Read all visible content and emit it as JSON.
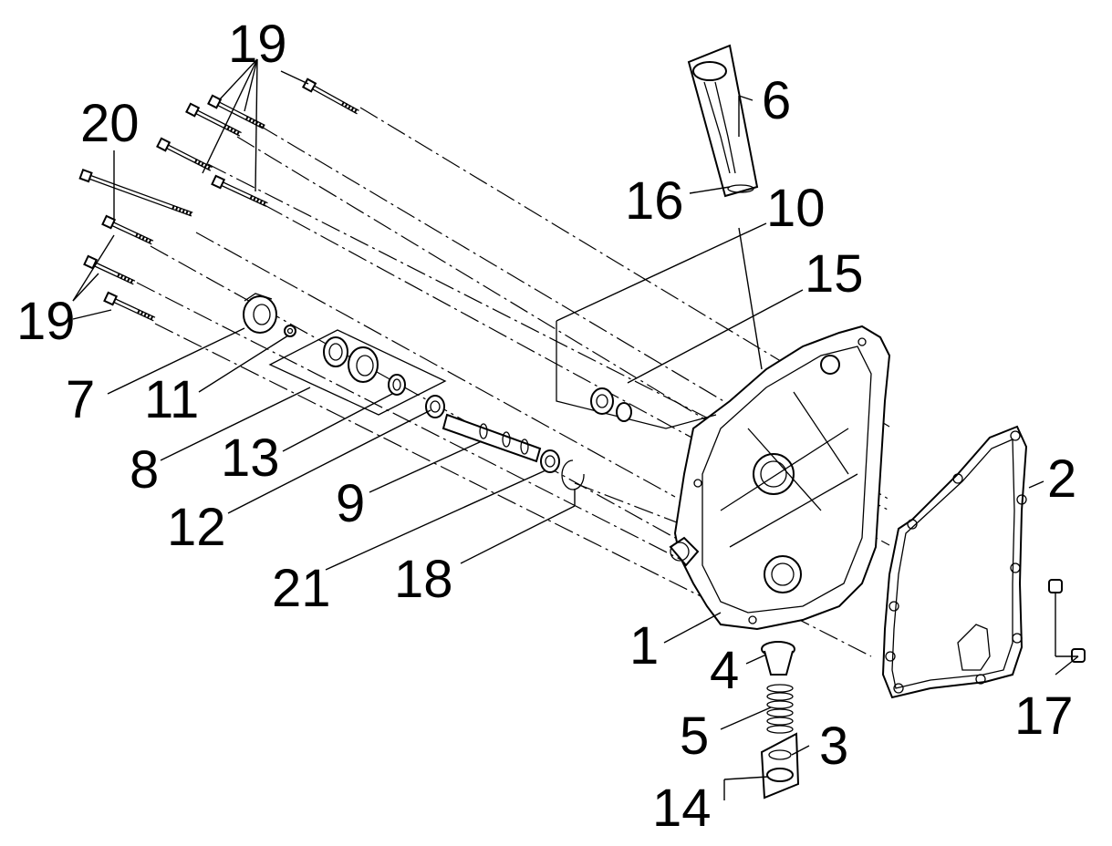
{
  "diagram": {
    "labels": {
      "p1": "1",
      "p2": "2",
      "p3": "3",
      "p4": "4",
      "p5": "5",
      "p6": "6",
      "p7": "7",
      "p8": "8",
      "p9": "9",
      "p10": "10",
      "p11": "11",
      "p12": "12",
      "p13": "13",
      "p14": "14",
      "p15": "15",
      "p16": "16",
      "p17": "17",
      "p18": "18",
      "p19a": "19",
      "p19b": "19",
      "p20": "20",
      "p21": "21"
    }
  }
}
